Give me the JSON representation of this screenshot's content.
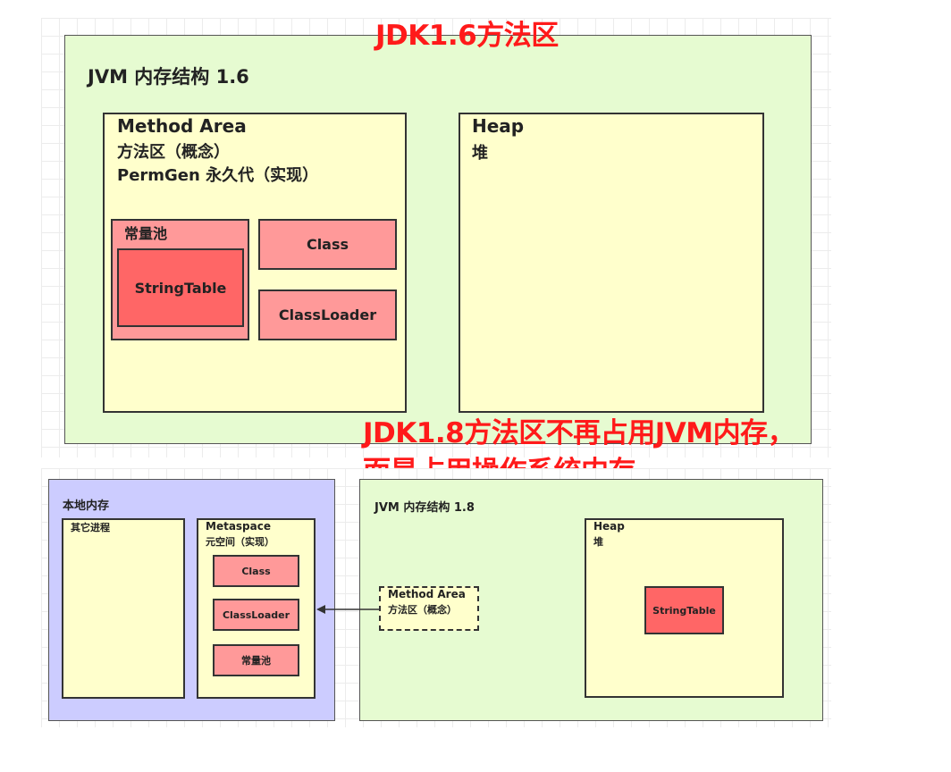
{
  "top": {
    "heading": "JDK1.6方法区",
    "jvm_title": "JVM 内存结构 1.6",
    "method_area": {
      "title": "Method Area",
      "line2": "方法区（概念）",
      "line3": "PermGen 永久代（实现）"
    },
    "constant_pool": "常量池",
    "string_table": "StringTable",
    "class_label": "Class",
    "classloader_label": "ClassLoader",
    "heap": {
      "title": "Heap",
      "subtitle": "堆"
    }
  },
  "note": {
    "line1": "JDK1.8方法区不再占用JVM内存，",
    "line2": "而是占用操作系统内存"
  },
  "bottom": {
    "native_memory": "本地内存",
    "other_process": "其它进程",
    "metaspace": {
      "title": "Metaspace",
      "subtitle": "元空间（实现）"
    },
    "class_label": "Class",
    "classloader_label": "ClassLoader",
    "constant_pool": "常量池",
    "jvm_title": "JVM 内存结构 1.8",
    "method_area": {
      "title": "Method Area",
      "subtitle": "方法区（概念）"
    },
    "heap": {
      "title": "Heap",
      "subtitle": "堆"
    },
    "string_table": "StringTable"
  },
  "colors": {
    "green_panel": "#e6fbd1",
    "yellow_box": "#ffffcc",
    "pink_box": "#ff9999",
    "red_box": "#ff6666",
    "purple_panel": "#ccccff",
    "red_text": "#ff1a1a"
  }
}
